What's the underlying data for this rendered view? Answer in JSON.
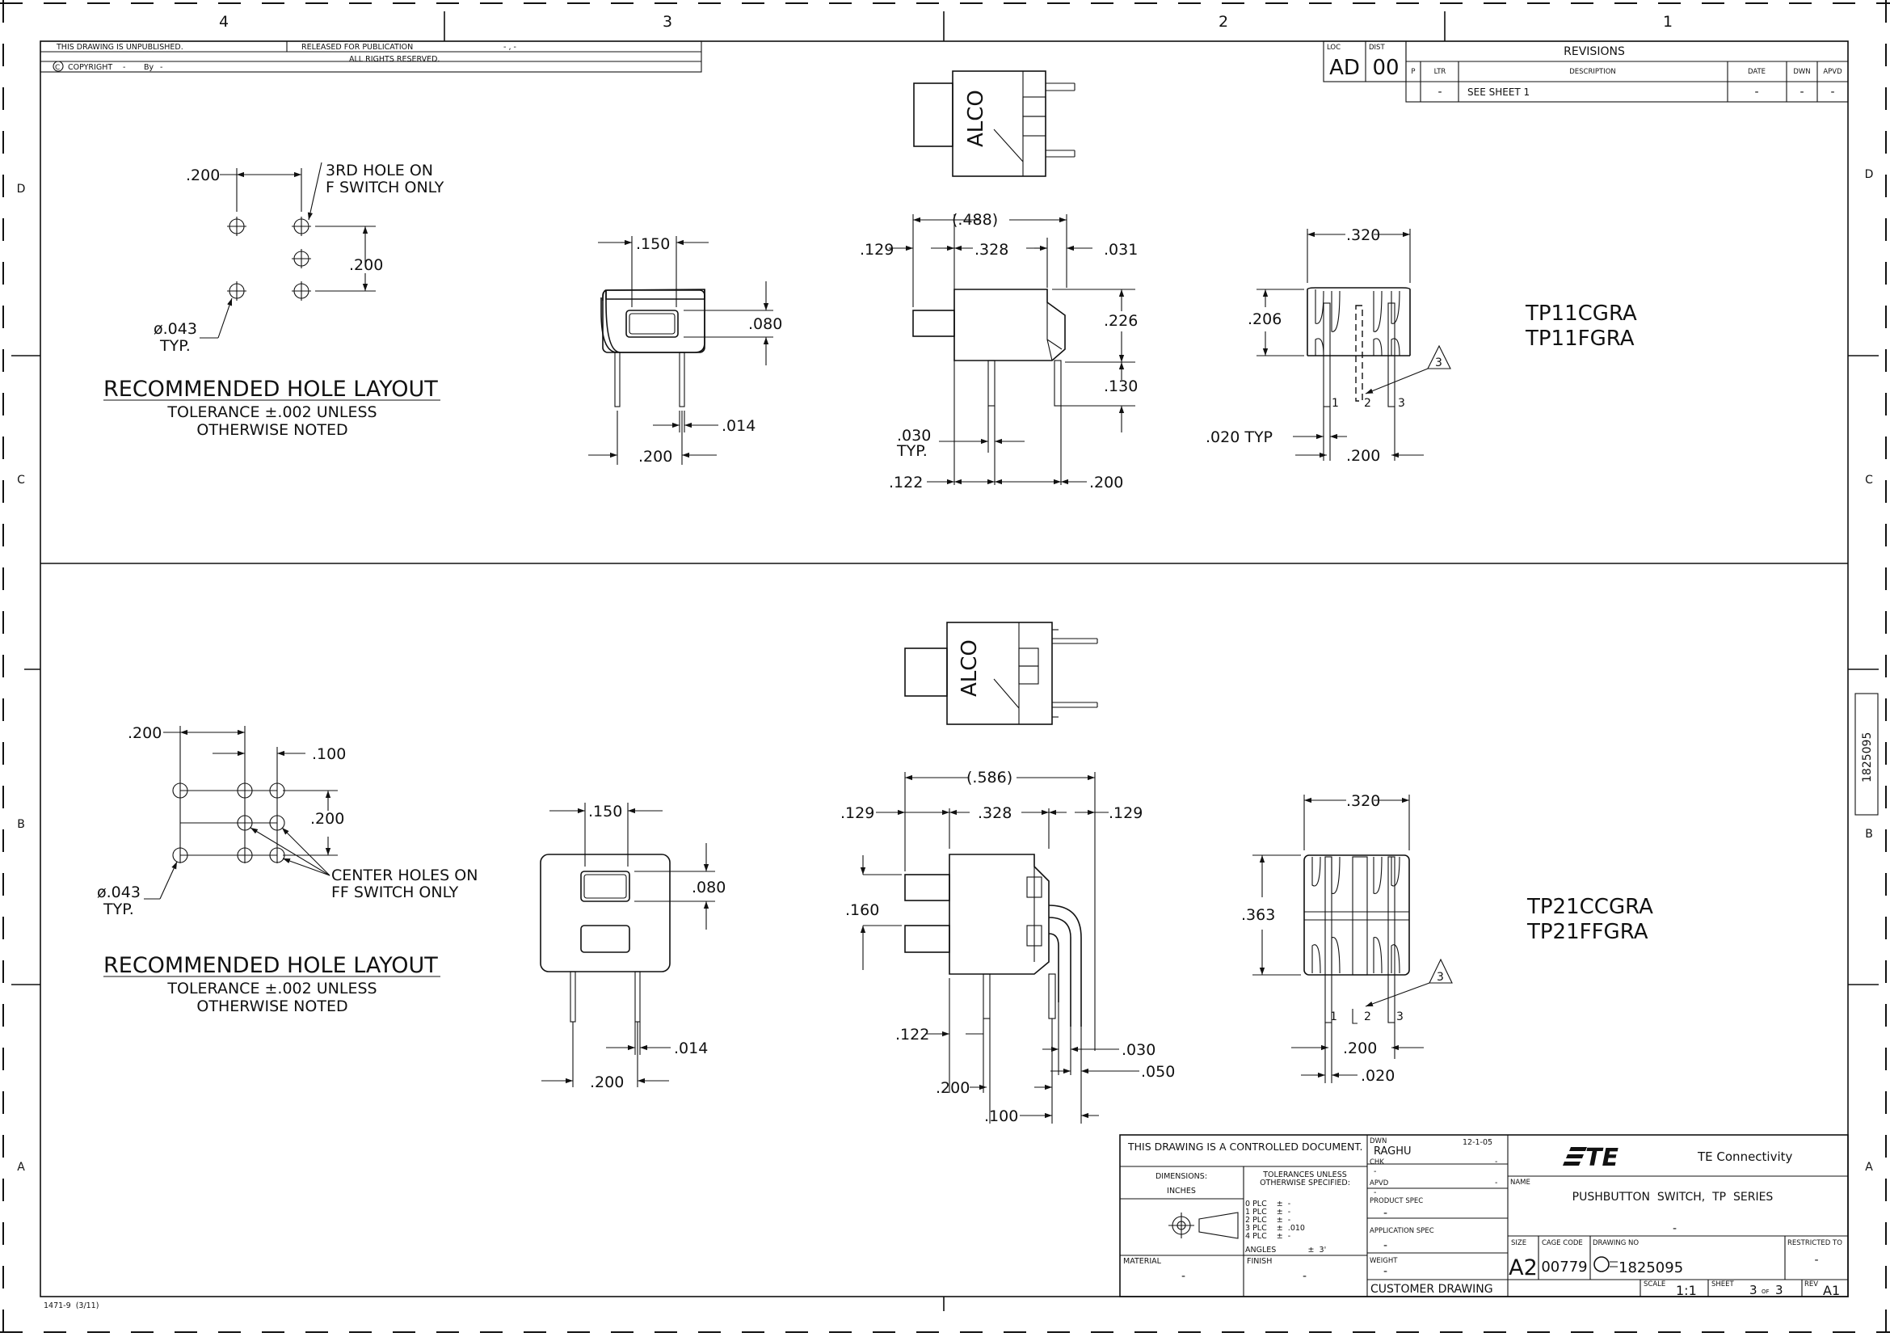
{
  "zones": {
    "columns": [
      "4",
      "3",
      "2",
      "1"
    ],
    "rows": [
      "D",
      "C",
      "B",
      "A"
    ]
  },
  "top_title": {
    "unpublished": "THIS DRAWING IS UNPUBLISHED.",
    "released": "RELEASED FOR PUBLICATION",
    "release_val": "- , -",
    "copyright": "COPYRIGHT",
    "copyright_dash": "-",
    "by": "By",
    "by_dash": "-",
    "rights": "ALL RIGHTS RESERVED."
  },
  "loc_dist": {
    "loc_label": "LOC",
    "loc": "AD",
    "dist_label": "DIST",
    "dist": "00"
  },
  "revisions": {
    "title": "REVISIONS",
    "headers": [
      "P",
      "LTR",
      "DESCRIPTION",
      "DATE",
      "DWN",
      "APVD"
    ],
    "row": [
      "",
      "-",
      "SEE SHEET 1",
      "-",
      "-",
      "-"
    ]
  },
  "side_stamp": "1825095",
  "top_view": {
    "alco": "ALCO",
    "hole": {
      "title": "RECOMMENDED HOLE LAYOUT",
      "tol1": "TOLERANCE ±.002 UNLESS",
      "tol2": "OTHERWISE NOTED",
      "note1": "3RD HOLE ON",
      "note2": "F SWITCH ONLY",
      "dia": "ø.043",
      "typ": "TYP.",
      "d1": ".200",
      "d2": ".200"
    },
    "front": {
      "d150": ".150",
      "d080": ".080",
      "d014": ".014",
      "d200": ".200"
    },
    "side": {
      "d488": "(.488)",
      "d129": ".129",
      "d328": ".328",
      "d031": ".031",
      "d226": ".226",
      "d130": ".130",
      "d030": ".030",
      "typ": "TYP.",
      "d122": ".122",
      "d200": ".200"
    },
    "end": {
      "d320": ".320",
      "d206": ".206",
      "typ020": ".020  TYP",
      "d200": ".200",
      "p1": "1",
      "p2": "2",
      "p3": "3",
      "flag": "3"
    },
    "part1": "TP11CGRA",
    "part2": "TP11FGRA"
  },
  "bottom_view": {
    "alco": "ALCO",
    "hole": {
      "title": "RECOMMENDED HOLE LAYOUT",
      "tol1": "TOLERANCE ±.002 UNLESS",
      "tol2": "OTHERWISE NOTED",
      "note1": "CENTER HOLES ON",
      "note2": "FF SWITCH ONLY",
      "dia": "ø.043",
      "typ": "TYP.",
      "d200a": ".200",
      "d100": ".100",
      "d200b": ".200"
    },
    "front": {
      "d150": ".150",
      "d080": ".080",
      "d014": ".014",
      "d200": ".200"
    },
    "side": {
      "d586": "(.586)",
      "d129a": ".129",
      "d328": ".328",
      "d129b": ".129",
      "d160": ".160",
      "d122": ".122",
      "d200": ".200",
      "d100": ".100",
      "d030": ".030",
      "d050": ".050"
    },
    "end": {
      "d320": ".320",
      "d363": ".363",
      "d200": ".200",
      "d020": ".020",
      "p1": "1",
      "p2": "2",
      "p3": "3",
      "flag": "3"
    },
    "part1": "TP21CCGRA",
    "part2": "TP21FFGRA"
  },
  "title_block": {
    "controlled": "THIS DRAWING IS A CONTROLLED DOCUMENT.",
    "dimensions": "DIMENSIONS:",
    "units": "INCHES",
    "tol_h1": "TOLERANCES UNLESS",
    "tol_h2": "OTHERWISE SPECIFIED:",
    "tol_rows": [
      "0 PLC    ±  -",
      "1 PLC    ±  -",
      "2 PLC    ±  -",
      "3 PLC    ±  .010",
      "4 PLC    ±  -",
      "ANGLES             ±  3'"
    ],
    "material": "MATERIAL",
    "material_val": "-",
    "finish": "FINISH",
    "finish_val": "-",
    "dwn_label": "DWN",
    "dwn": "RAGHU",
    "dwn_date": "12-1-05",
    "chk_label": "CHK",
    "chk": "-",
    "chk_date": "-",
    "apvd_label": "APVD",
    "apvd": "-",
    "apvd_date": "-",
    "product_spec": "PRODUCT SPEC",
    "product_spec_val": "-",
    "app_spec": "APPLICATION SPEC",
    "app_spec_val": "-",
    "weight": "WEIGHT",
    "weight_val": "-",
    "company": "TE Connectivity",
    "logo": "TE",
    "name_label": "NAME",
    "name": "PUSHBUTTON  SWITCH,  TP  SERIES",
    "name2": "-",
    "size_label": "SIZE",
    "size": "A2",
    "cage_label": "CAGE CODE",
    "cage": "00779",
    "dwg_label": "DRAWING NO",
    "dwg": "1825095",
    "restricted_label": "RESTRICTED TO",
    "restricted": "-",
    "customer": "CUSTOMER DRAWING",
    "scale_label": "SCALE",
    "scale": "1:1",
    "sheet_label": "SHEET",
    "sheet": "3",
    "of": "OF",
    "sheets": "3",
    "rev_label": "REV",
    "rev": "A1"
  },
  "form_no": "1471-9  (3/11)"
}
